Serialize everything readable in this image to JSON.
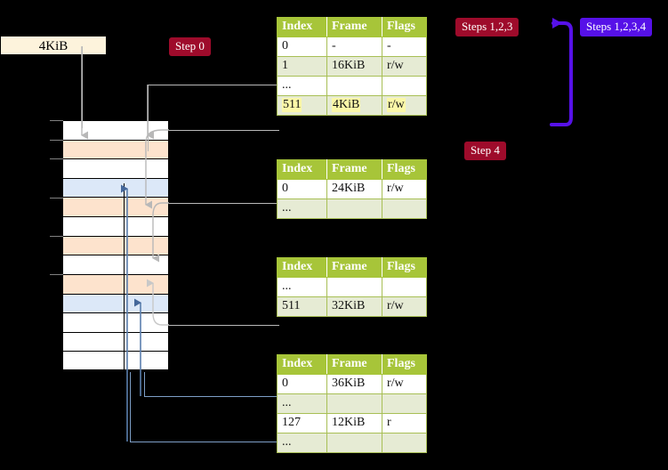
{
  "labels": {
    "page_box": "4KiB",
    "step0": "Step 0",
    "step4": "Step 4",
    "steps123": "Steps 1,2,3",
    "steps1234": "Steps 1,2,3,4"
  },
  "colors": {
    "table_header": "#a7c539",
    "table_row_alt": "#e6ebd4",
    "table_border": "#a8bf55",
    "highlight": "#fbf8a8",
    "pill_red": "#9e0b2b",
    "pill_blue": "#5611e8",
    "page_box": "#fdf3dc",
    "frame_peach": "#fde3cd",
    "frame_blue": "#dce8f8",
    "connector_grey": "#b8b8b8",
    "connector_blue": "#7e9fc7",
    "arrow_blue": "#5611e8"
  },
  "columns": [
    "Index",
    "Frame",
    "Flags"
  ],
  "tables": [
    {
      "name": "pml4-table",
      "rows": [
        {
          "index": "0",
          "frame": "-",
          "flags": "-",
          "style": "white",
          "highlight": false
        },
        {
          "index": "1",
          "frame": "16KiB",
          "flags": "r/w",
          "style": "green",
          "highlight": false
        },
        {
          "index": "...",
          "frame": "",
          "flags": "",
          "style": "white",
          "highlight": false
        },
        {
          "index": "511",
          "frame": "4KiB",
          "flags": "r/w",
          "style": "green",
          "highlight": true
        }
      ]
    },
    {
      "name": "pdpt-table",
      "rows": [
        {
          "index": "0",
          "frame": "24KiB",
          "flags": "r/w",
          "style": "white",
          "highlight": false
        },
        {
          "index": "...",
          "frame": "",
          "flags": "",
          "style": "green",
          "highlight": false
        }
      ]
    },
    {
      "name": "pd-table",
      "rows": [
        {
          "index": "...",
          "frame": "",
          "flags": "",
          "style": "white",
          "highlight": false
        },
        {
          "index": "511",
          "frame": "32KiB",
          "flags": "r/w",
          "style": "green",
          "highlight": false
        }
      ]
    },
    {
      "name": "pt-table",
      "rows": [
        {
          "index": "0",
          "frame": "36KiB",
          "flags": "r/w",
          "style": "white",
          "highlight": false
        },
        {
          "index": "...",
          "frame": "",
          "flags": "",
          "style": "green",
          "highlight": false
        },
        {
          "index": "127",
          "frame": "12KiB",
          "flags": "r",
          "style": "white",
          "highlight": false
        },
        {
          "index": "...",
          "frame": "",
          "flags": "",
          "style": "green",
          "highlight": false
        }
      ]
    }
  ],
  "memory_frames": [
    {
      "fill": "white"
    },
    {
      "fill": "peach"
    },
    {
      "fill": "white"
    },
    {
      "fill": "blue"
    },
    {
      "fill": "peach"
    },
    {
      "fill": "white"
    },
    {
      "fill": "peach"
    },
    {
      "fill": "white"
    },
    {
      "fill": "peach"
    },
    {
      "fill": "blue"
    },
    {
      "fill": "white"
    },
    {
      "fill": "white"
    },
    {
      "fill": "white"
    }
  ]
}
